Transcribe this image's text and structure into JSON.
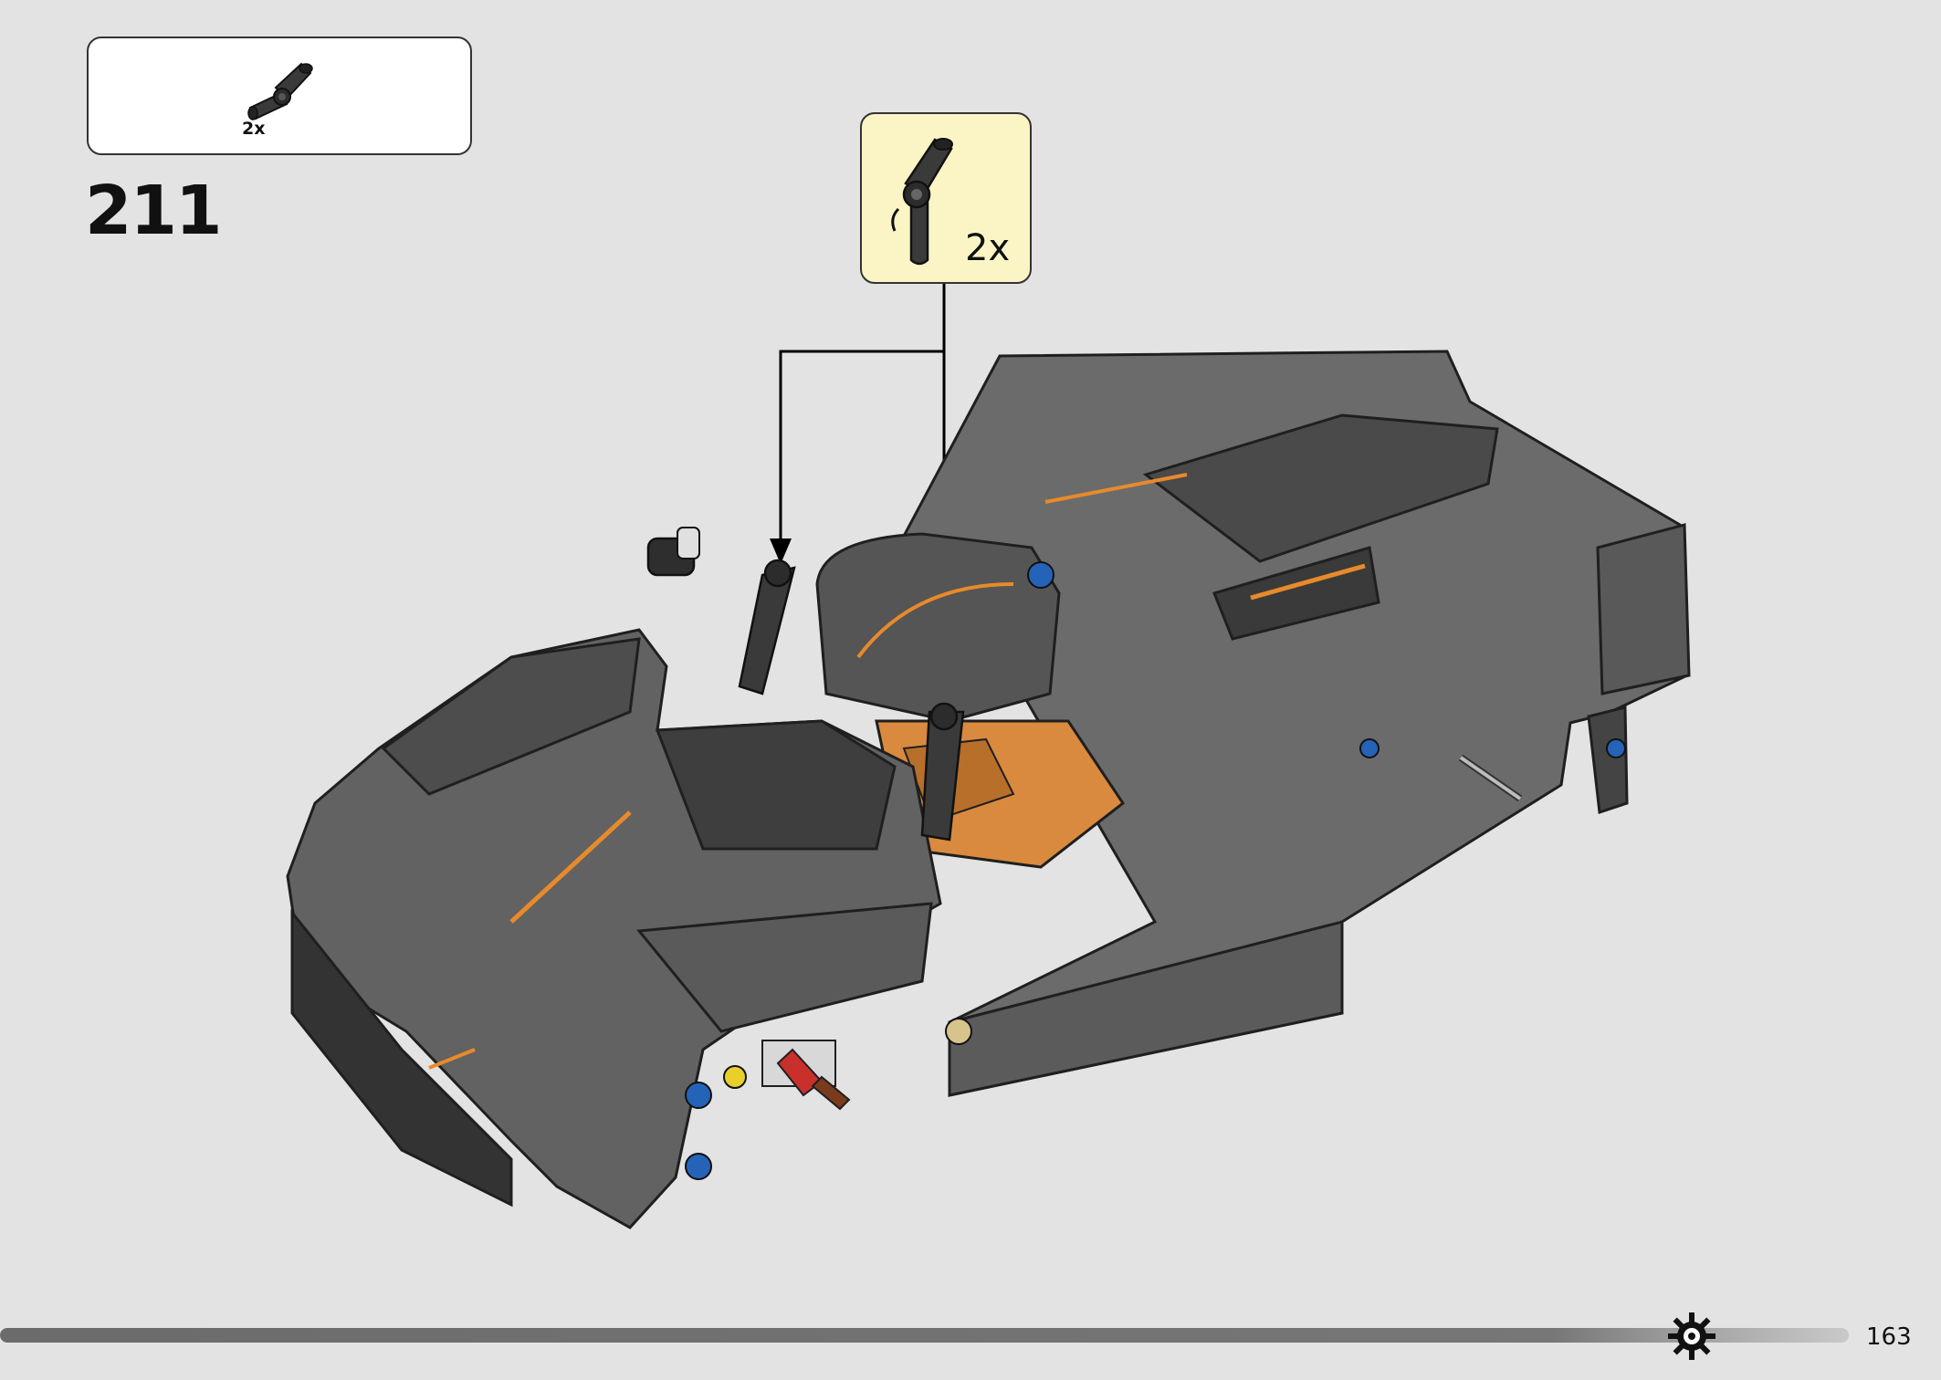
{
  "parts_list": {
    "items": [
      {
        "icon": "black-technic-axle-connector-icon",
        "quantity": "2x"
      }
    ]
  },
  "step": {
    "number": "211"
  },
  "callout": {
    "icon": "black-technic-axle-connector-icon",
    "quantity": "2x"
  },
  "model": {
    "icon": "technic-supercar-model-illustration"
  },
  "footer": {
    "page_number": "163"
  },
  "colors": {
    "background": "#e3e3e3",
    "callout_background": "#fbf5c5",
    "model_body": "#5a5a5a",
    "accent_orange": "#e88a2b"
  }
}
